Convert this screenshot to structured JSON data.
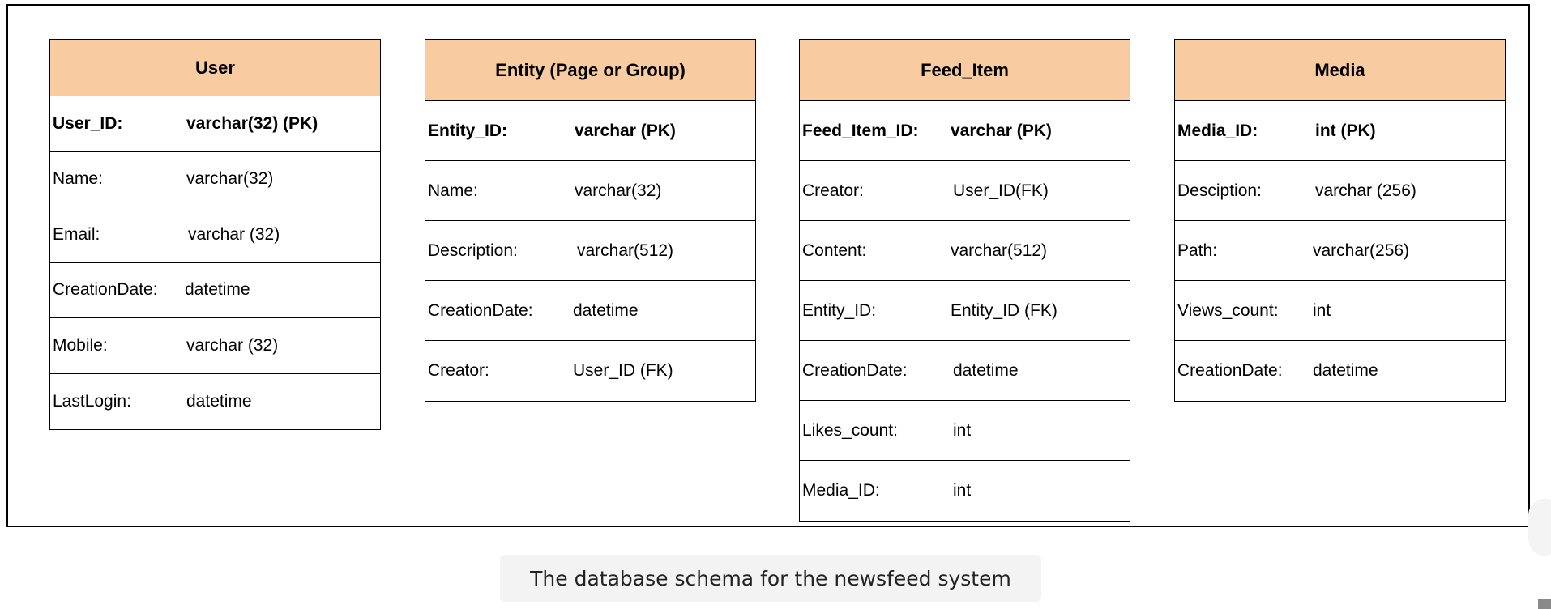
{
  "tables": [
    {
      "title": "User",
      "fields": [
        {
          "name": "User_ID:",
          "type": "varchar(32) (PK)",
          "pk": true
        },
        {
          "name": "Name:",
          "type": "varchar(32)"
        },
        {
          "name": "Email:",
          "type": "varchar (32)"
        },
        {
          "name": "CreationDate:",
          "type": "datetime"
        },
        {
          "name": "Mobile:",
          "type": "varchar (32)"
        },
        {
          "name": "LastLogin:",
          "type": "datetime"
        }
      ]
    },
    {
      "title": "Entity (Page or Group)",
      "fields": [
        {
          "name": "Entity_ID:",
          "type": "varchar (PK)",
          "pk": true
        },
        {
          "name": "Name:",
          "type": "varchar(32)"
        },
        {
          "name": "Description:",
          "type": "varchar(512)"
        },
        {
          "name": "CreationDate:",
          "type": "datetime"
        },
        {
          "name": "Creator:",
          "type": "User_ID (FK)"
        }
      ]
    },
    {
      "title": "Feed_Item",
      "fields": [
        {
          "name": "Feed_Item_ID:",
          "type": "varchar (PK)",
          "pk": true
        },
        {
          "name": "Creator:",
          "type": "User_ID(FK)"
        },
        {
          "name": "Content:",
          "type": "varchar(512)"
        },
        {
          "name": "Entity_ID:",
          "type": "Entity_ID (FK)"
        },
        {
          "name": "CreationDate:",
          "type": "datetime"
        },
        {
          "name": "Likes_count:",
          "type": "int"
        },
        {
          "name": "Media_ID:",
          "type": "int"
        }
      ]
    },
    {
      "title": "Media",
      "fields": [
        {
          "name": "Media_ID:",
          "type": "int (PK)",
          "pk": true
        },
        {
          "name": "Desciption:",
          "type": "varchar (256)"
        },
        {
          "name": "Path:",
          "type": "varchar(256)"
        },
        {
          "name": "Views_count:",
          "type": "int"
        },
        {
          "name": "CreationDate:",
          "type": "datetime"
        }
      ]
    }
  ],
  "caption": "The database schema for the newsfeed system",
  "colors": {
    "header_fill": "#f8cba1",
    "border": "#000000",
    "caption_bg": "#f3f3f3"
  }
}
